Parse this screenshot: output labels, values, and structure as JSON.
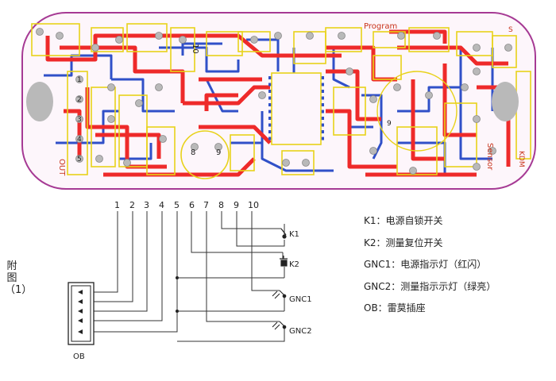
{
  "pcb": {
    "colors": {
      "board_outline": "#a63a94",
      "board_fill": "#fdf6fb",
      "top_copper": "#ee2a2a",
      "bottom_copper": "#3050c8",
      "silkscreen": "#e8d21a",
      "pad": "#b9b9b9"
    },
    "labels": [
      {
        "text": "10"
      },
      {
        "text": "Program"
      },
      {
        "text": "S"
      },
      {
        "text": "KDM"
      },
      {
        "text": "OUT"
      },
      {
        "text": "9"
      },
      {
        "text": "8"
      },
      {
        "text": "Sensor"
      },
      {
        "text": "1"
      },
      {
        "text": "2"
      },
      {
        "text": "3"
      },
      {
        "text": "4"
      },
      {
        "text": "5"
      },
      {
        "text": "9"
      }
    ]
  },
  "schematic": {
    "pin_numbers": [
      "1",
      "2",
      "3",
      "4",
      "5",
      "6",
      "7",
      "8",
      "9",
      "10"
    ],
    "components": {
      "k1": "K1",
      "k2": "K2",
      "gnc1": "GNC1",
      "gnc2": "GNC2",
      "ob": "OB"
    }
  },
  "figure_label": "附图（1）",
  "legend": [
    "K1：电源自锁开关",
    "K2：测量复位开关",
    "GNC1：电源指示灯（红闪）",
    "GNC2：测量指示示灯（绿亮）",
    "OB：雷莫插座"
  ]
}
